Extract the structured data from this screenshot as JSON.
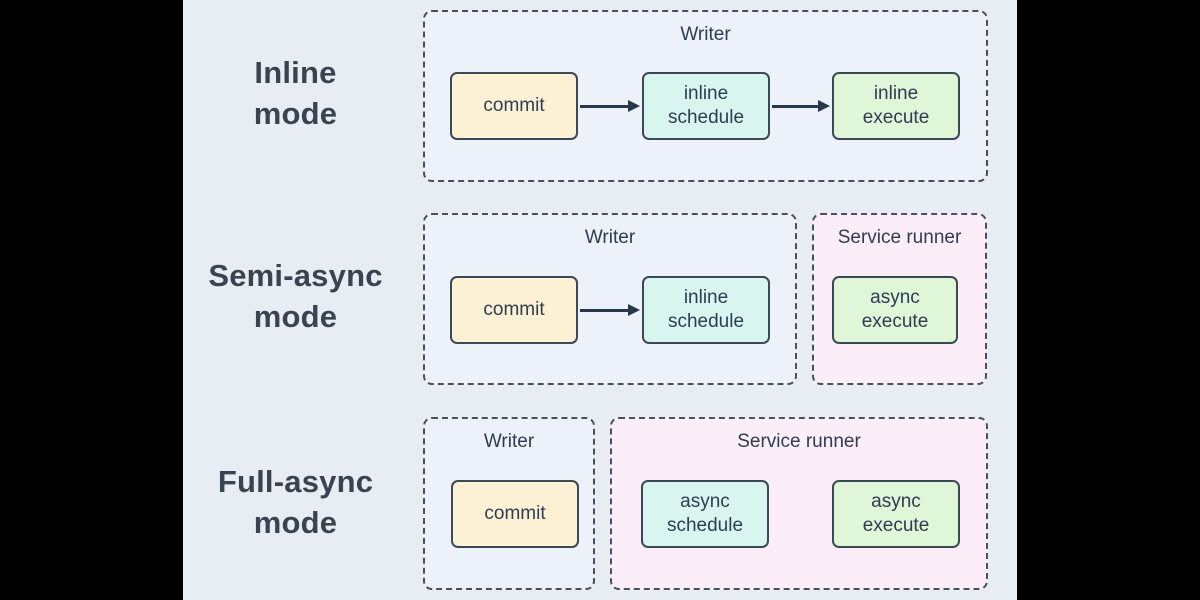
{
  "colors": {
    "letterbox": "#000000",
    "canvas_background": "#e8edf3",
    "writer_container_fill": "#ecf1fa",
    "service_container_fill": "#fceef8",
    "commit_node_fill": "#fdf1d5",
    "schedule_node_fill": "#d8f5ef",
    "execute_node_fill": "#dff6d9",
    "node_border": "#3c4a55",
    "container_dashed_border": "#45525c",
    "arrow": "#27384a",
    "node_text": "#2d3d52",
    "mode_label_text": "#3a4450"
  },
  "rows": [
    {
      "label_lines": [
        "Inline",
        "mode"
      ],
      "containers": [
        {
          "title": "Writer",
          "kind": "writer",
          "nodes": [
            {
              "label": "commit"
            },
            {
              "label": "inline schedule"
            },
            {
              "label": "inline execute"
            }
          ],
          "arrow_count": 2
        }
      ]
    },
    {
      "label_lines": [
        "Semi-async",
        "mode"
      ],
      "containers": [
        {
          "title": "Writer",
          "kind": "writer",
          "nodes": [
            {
              "label": "commit"
            },
            {
              "label": "inline schedule"
            }
          ],
          "arrow_count": 1
        },
        {
          "title": "Service runner",
          "kind": "service",
          "nodes": [
            {
              "label": "async execute"
            }
          ],
          "arrow_count": 0
        }
      ]
    },
    {
      "label_lines": [
        "Full-async",
        "mode"
      ],
      "containers": [
        {
          "title": "Writer",
          "kind": "writer",
          "nodes": [
            {
              "label": "commit"
            }
          ],
          "arrow_count": 0
        },
        {
          "title": "Service runner",
          "kind": "service",
          "nodes": [
            {
              "label": "async schedule"
            },
            {
              "label": "async execute"
            }
          ],
          "arrow_count": 0
        }
      ]
    }
  ]
}
